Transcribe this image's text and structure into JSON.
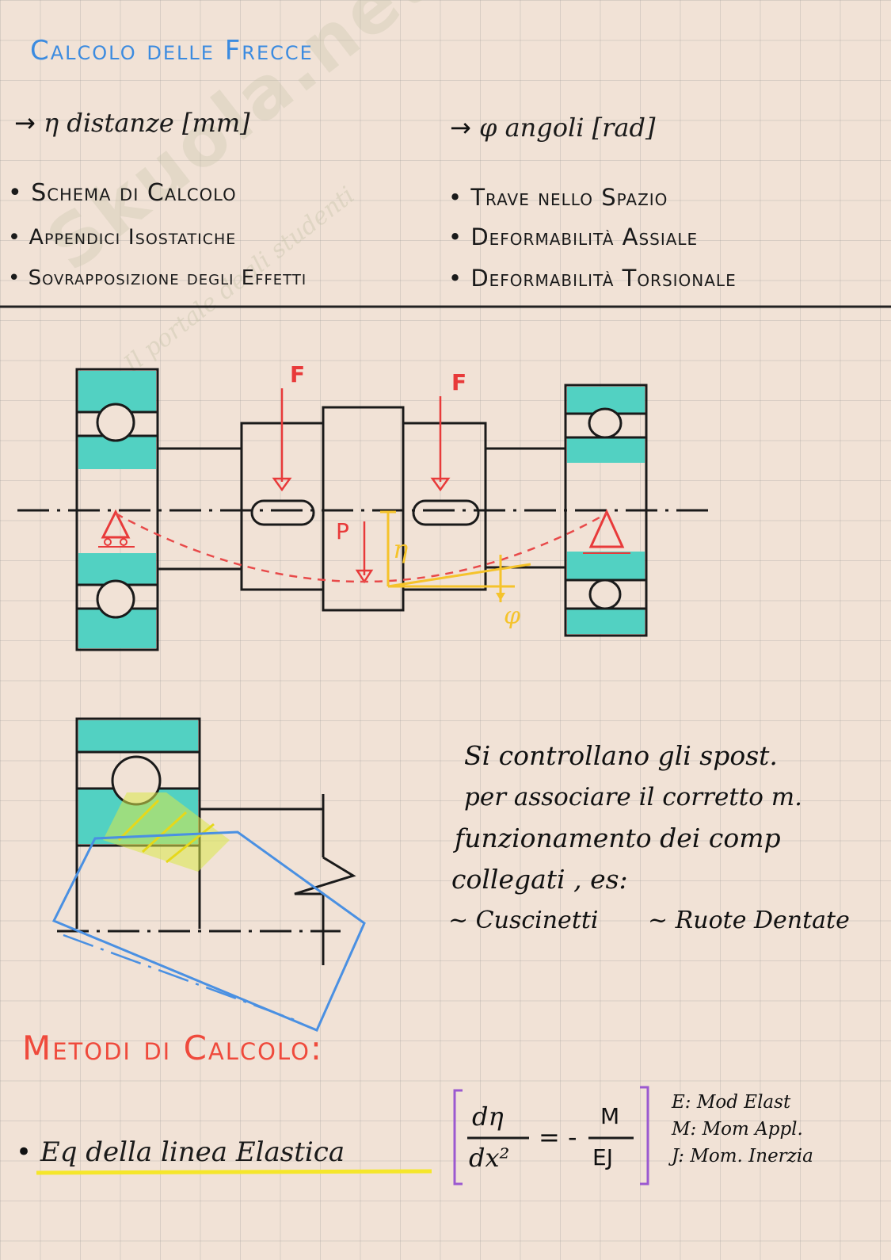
{
  "header": {
    "title": "Calcolo delle Frecce",
    "eta_label": "η distanze [mm]",
    "phi_label": "φ angoli [rad]"
  },
  "topics_left": [
    "Schema di Calcolo",
    "Appendici Isostatiche",
    "Sovrapposizione degli Effetti"
  ],
  "topics_right": [
    "Trave nello Spazio",
    "Deformabilità Assiale",
    "Deformabilità Torsionale"
  ],
  "diagram": {
    "force_left": "F",
    "force_right": "F",
    "weight": "P",
    "deflection": "η",
    "angle": "φ"
  },
  "note": {
    "lines": [
      "Si controllano gli spost.",
      "per associare il corretto m.",
      "funzionamento dei comp",
      "collegati , es:"
    ],
    "example1": "~ Cuscinetti",
    "example2": "~ Ruote Dentate"
  },
  "methods": {
    "title": "Metodi di Calcolo:",
    "item": "Eq della linea Elastica",
    "formula_lhs_num": "dη",
    "formula_lhs_den": "dx²",
    "formula_eq": "= -",
    "formula_rhs_num": "M",
    "formula_rhs_den": "EJ",
    "legend": [
      "E: Mod Elast",
      "M: Mom Appl.",
      "J: Mom. Inerzia"
    ]
  },
  "watermark": {
    "brand": "Skuola.net",
    "tagline": "Il portale degli studenti"
  },
  "colors": {
    "blue": "#3b8be0",
    "red": "#ef4a3c",
    "teal": "#52d1c2",
    "yellow": "#f5c32b",
    "purple": "#9b59d0"
  }
}
